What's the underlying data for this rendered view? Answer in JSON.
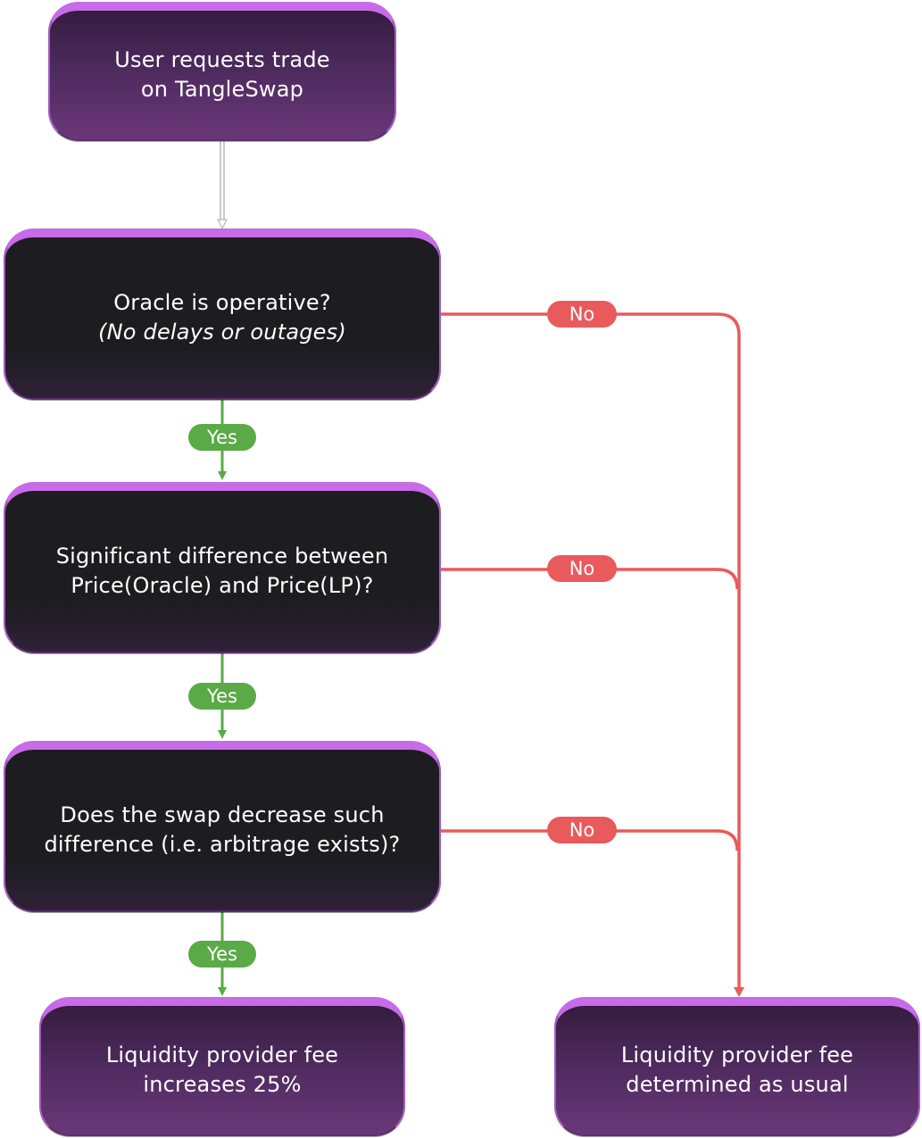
{
  "nodes": {
    "start": {
      "line1": "User requests trade",
      "line2": "on TangleSwap"
    },
    "oracle_check": {
      "line1": "Oracle is operative?",
      "line2": "(No delays or outages)"
    },
    "price_diff": {
      "line1": "Significant difference between",
      "line2": "Price(Oracle) and Price(LP)?"
    },
    "arbitrage": {
      "line1": "Does the swap decrease such",
      "line2": "difference (i.e. arbitrage exists)?"
    },
    "fee_increase": {
      "line1": "Liquidity provider fee",
      "line2": "increases 25%"
    },
    "fee_usual": {
      "line1": "Liquidity provider fee",
      "line2": "determined as usual"
    }
  },
  "labels": {
    "yes1": "Yes",
    "yes2": "Yes",
    "yes3": "Yes",
    "no1": "No",
    "no2": "No",
    "no3": "No"
  },
  "colors": {
    "yes": "#5aaa47",
    "no": "#e95a5c",
    "node_border": "#c86be8",
    "node_dark": "#1d1d21",
    "node_purple": "#4d2a5e"
  }
}
